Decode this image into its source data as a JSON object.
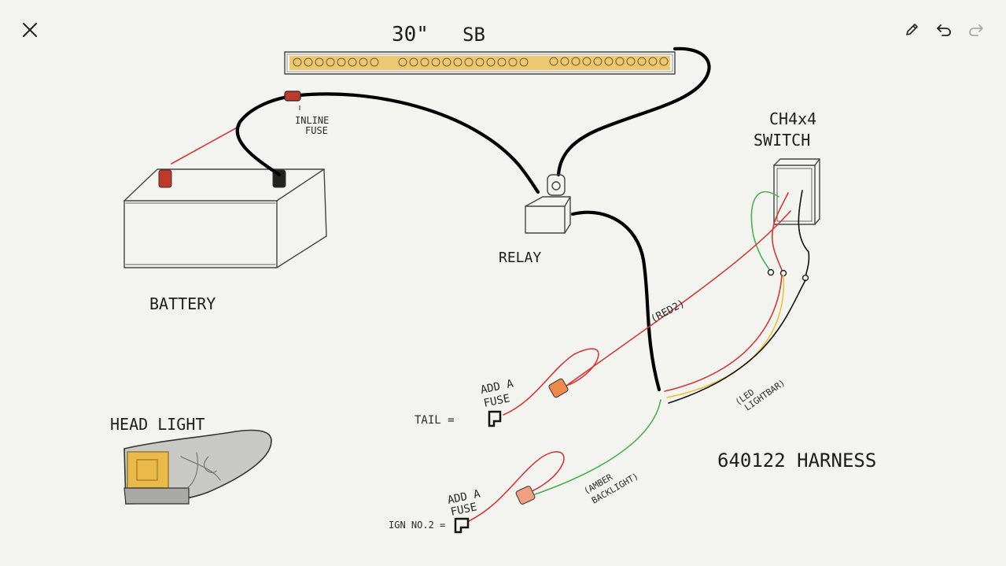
{
  "toolbar": {
    "close_icon": "close-icon",
    "pencil_icon": "pencil-icon",
    "undo_icon": "undo-icon",
    "redo_icon": "redo-icon"
  },
  "labels": {
    "lightbar_size": "30\"",
    "lightbar_code": "SB",
    "inline_fuse_1": "INLINE",
    "inline_fuse_2": "FUSE",
    "battery": "BATTERY",
    "relay": "RELAY",
    "switch_1": "CH4x4",
    "switch_2": "SWITCH",
    "red2": "(RED2)",
    "led_1": "(LED",
    "led_2": "LIGHTBAR)",
    "add_fuse_tail_1": "ADD A",
    "add_fuse_tail_2": "FUSE",
    "tail": "TAIL =",
    "amber_1": "(AMBER",
    "amber_2": "BACKLIGHT)",
    "add_fuse_ign_1": "ADD A",
    "add_fuse_ign_2": "FUSE",
    "ign": "IGN NO.2 =",
    "harness": "640122 HARNESS",
    "headlight": "HEAD LIGHT"
  },
  "colors": {
    "background": "#f3f3ef",
    "wire_black": "#000000",
    "wire_red": "#d23a3a",
    "wire_yellow": "#e8c43a",
    "wire_green": "#4caf50",
    "led_amber": "#e9b94a",
    "fuse_orange": "#f08a4b"
  }
}
